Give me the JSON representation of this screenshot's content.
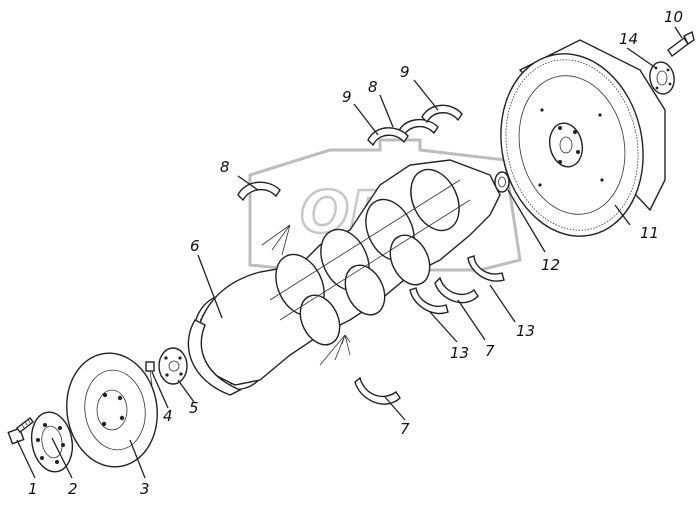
{
  "diagram": {
    "callouts": [
      {
        "id": "c1",
        "label": "1"
      },
      {
        "id": "c2",
        "label": "2"
      },
      {
        "id": "c3",
        "label": "3"
      },
      {
        "id": "c4",
        "label": "4"
      },
      {
        "id": "c5",
        "label": "5"
      },
      {
        "id": "c6",
        "label": "6"
      },
      {
        "id": "c7a",
        "label": "7"
      },
      {
        "id": "c7b",
        "label": "7"
      },
      {
        "id": "c8a",
        "label": "8"
      },
      {
        "id": "c8b",
        "label": "8"
      },
      {
        "id": "c9a",
        "label": "9"
      },
      {
        "id": "c9b",
        "label": "9"
      },
      {
        "id": "c10",
        "label": "10"
      },
      {
        "id": "c11",
        "label": "11"
      },
      {
        "id": "c12",
        "label": "12"
      },
      {
        "id": "c13a",
        "label": "13"
      },
      {
        "id": "c13b",
        "label": "13"
      },
      {
        "id": "c14",
        "label": "14"
      }
    ],
    "watermark_text": "OPEX"
  }
}
